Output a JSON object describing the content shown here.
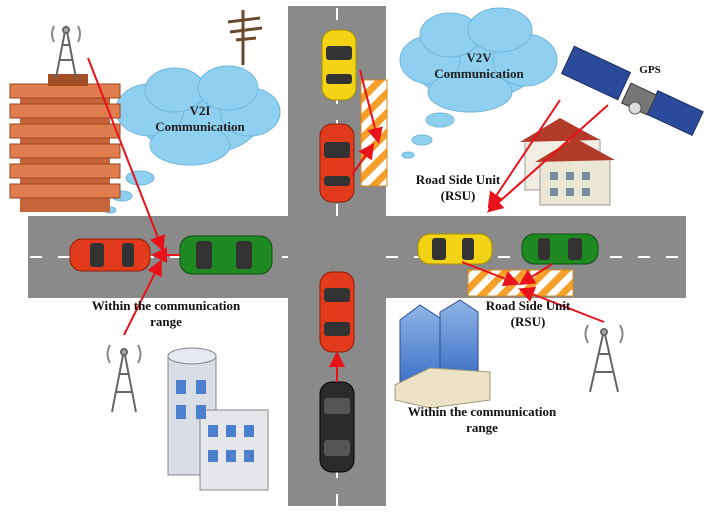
{
  "labels": {
    "v2i_line1": "V2I",
    "v2i_line2": "Communication",
    "v2v_line1": "V2V",
    "v2v_line2": "Communication",
    "gps": "GPS",
    "rsu_top_line1": "Road Side Unit",
    "rsu_top_line2": "(RSU)",
    "rsu_right_line1": "Road Side Unit",
    "rsu_right_line2": "(RSU)",
    "range_left_line1": "Within the communication",
    "range_left_line2": "range",
    "range_right_line1": "Within the communication",
    "range_right_line2": "range"
  },
  "colors": {
    "road": "#8a8a8a",
    "lane_marking": "#ffffff",
    "cloud": "#8fd0f0",
    "arrow": "#e8121a",
    "car_red": "#e23a1c",
    "car_yellow": "#f3d315",
    "car_green": "#1f8a22",
    "car_black": "#2a2a2a",
    "building_brick": "#c8643a",
    "rsu_stripe_orange": "#f5a02a"
  },
  "icons": [
    "cell-tower-icon",
    "satellite-icon",
    "utility-pole-icon",
    "building-icon",
    "car-icon"
  ]
}
